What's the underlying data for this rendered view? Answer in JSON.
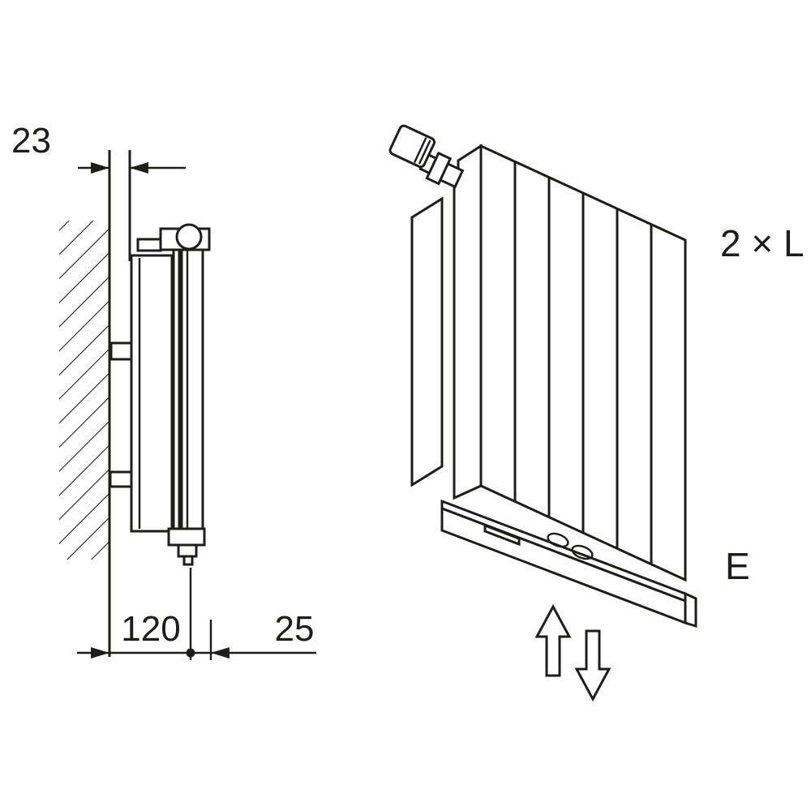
{
  "meta": {
    "type": "technical-line-drawing",
    "subject": "radiator wall-mounting side view with dimensions and isometric view with flow arrows"
  },
  "colors": {
    "line": "#1d1d1b",
    "background": "#ffffff"
  },
  "drawing": {
    "dim_top": "23",
    "dim_depth": "120",
    "dim_front": "25",
    "label_length": "2 × L",
    "label_connection": "E"
  }
}
